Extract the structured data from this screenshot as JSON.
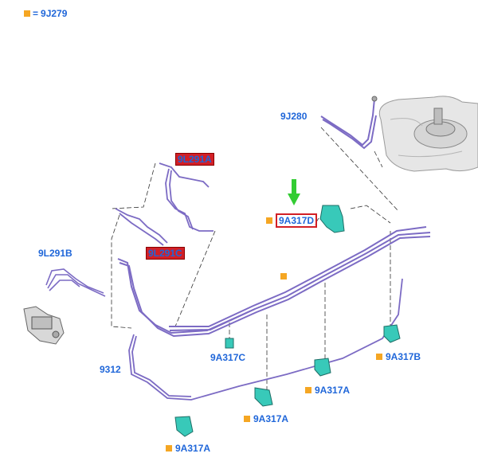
{
  "legend": {
    "marker_color": "#f5a623",
    "equals": "=",
    "code": "9J279"
  },
  "labels": {
    "fuel_line_top": "9J280",
    "harness_a": "9L291A",
    "harness_c": "9L291C",
    "harness_b": "9L291B",
    "bracket_d": "9A317D",
    "bracket_c": "9A317C",
    "bracket_b": "9A317B",
    "bracket_a1": "9A317A",
    "bracket_a2": "9A317A",
    "bracket_a3": "9A317A",
    "tube": "9312"
  },
  "colors": {
    "label_blue": "#1f66d9",
    "highlight_red": "#d21f26",
    "tube_purple": "#7c6bc4",
    "clip_teal": "#38c9b9",
    "arrow_green": "#33cc33",
    "leader": "#333333"
  }
}
